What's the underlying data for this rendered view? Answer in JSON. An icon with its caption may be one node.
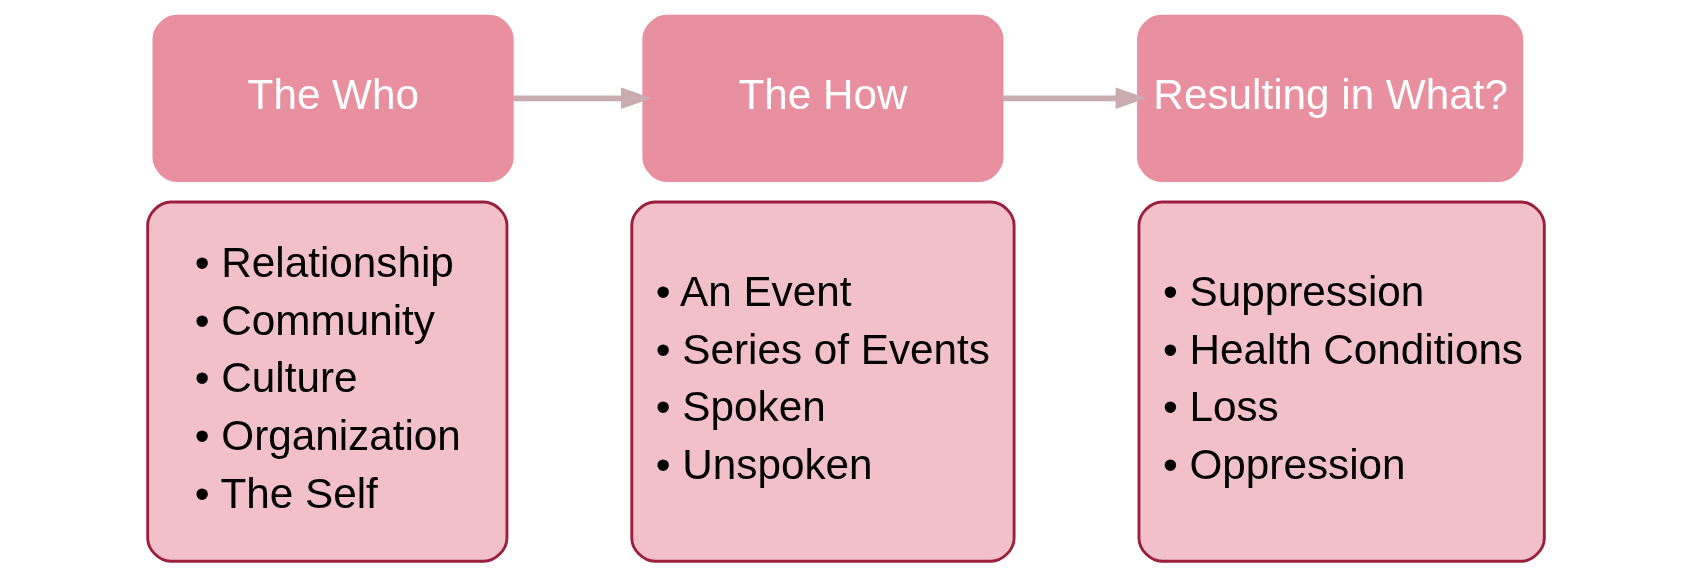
{
  "diagram": {
    "nodes": [
      {
        "text": [
          "The Who"
        ]
      },
      {
        "text": [
          "• Relationship",
          "• Community",
          "• Culture",
          "• Organization",
          "• The Self"
        ]
      },
      {
        "text": [
          "The How"
        ]
      },
      {
        "text": [
          "• An Event",
          "• Series of Events",
          "• Spoken",
          "• Unspoken"
        ]
      },
      {
        "text": [
          "Resulting in What?"
        ]
      },
      {
        "text": [
          "• Suppression",
          "• Health Conditions",
          "• Loss",
          "• Oppression"
        ]
      }
    ],
    "edges": [
      {
        "from": 0,
        "to": 2,
        "arrow": "to"
      },
      {
        "from": 2,
        "to": 4,
        "arrow": "to"
      }
    ]
  }
}
